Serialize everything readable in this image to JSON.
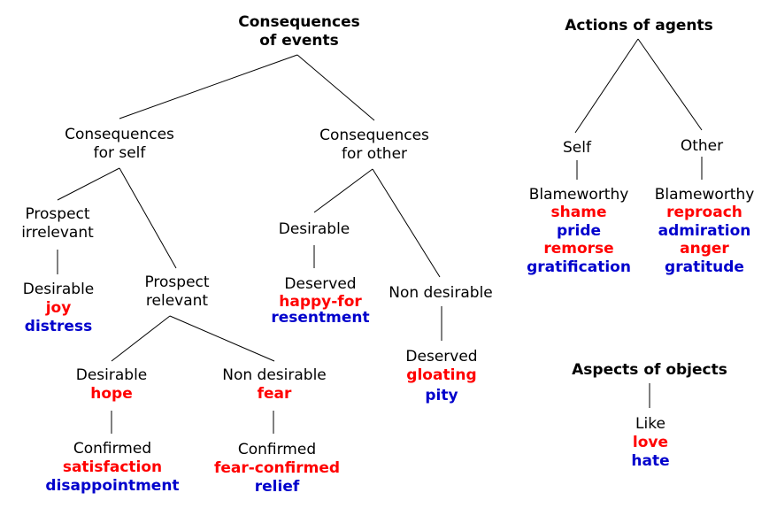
{
  "colors": {
    "positive": "#ff0000",
    "negative": "#0000cc",
    "line": "#000000"
  },
  "events": {
    "root": [
      "Consequences",
      "of events"
    ],
    "for_self": [
      "Consequences",
      "for self"
    ],
    "for_other": [
      "Consequences",
      "for other"
    ],
    "prospect_irrelevant": [
      "Prospect",
      "irrelevant"
    ],
    "prospect_relevant": [
      "Prospect",
      "relevant"
    ],
    "self_desirable": "Desirable",
    "joy": "joy",
    "distress": "distress",
    "desirable_hope": "Desirable",
    "hope": "hope",
    "non_desirable_fear": "Non desirable",
    "fear": "fear",
    "confirmed_hope": "Confirmed",
    "satisfaction": "satisfaction",
    "disappointment": "disappointment",
    "confirmed_fear": "Confirmed",
    "fear_confirmed": "fear-confirmed",
    "relief": "relief",
    "other_desirable": "Desirable",
    "deserved_desirable": "Deserved",
    "happy_for": "happy-for",
    "resentment": "resentment",
    "other_non_desirable": "Non desirable",
    "deserved_non_desirable": "Deserved",
    "gloating": "gloating",
    "pity": "pity"
  },
  "agents": {
    "root": "Actions of agents",
    "self": "Self",
    "other": "Other",
    "self_blameworthy": "Blameworthy",
    "shame": "shame",
    "pride": "pride",
    "remorse": "remorse",
    "gratification": "gratification",
    "other_blameworthy": "Blameworthy",
    "reproach": "reproach",
    "admiration": "admiration",
    "anger": "anger",
    "gratitude": "gratitude"
  },
  "objects": {
    "root": "Aspects of objects",
    "like": "Like",
    "love": "love",
    "hate": "hate"
  }
}
